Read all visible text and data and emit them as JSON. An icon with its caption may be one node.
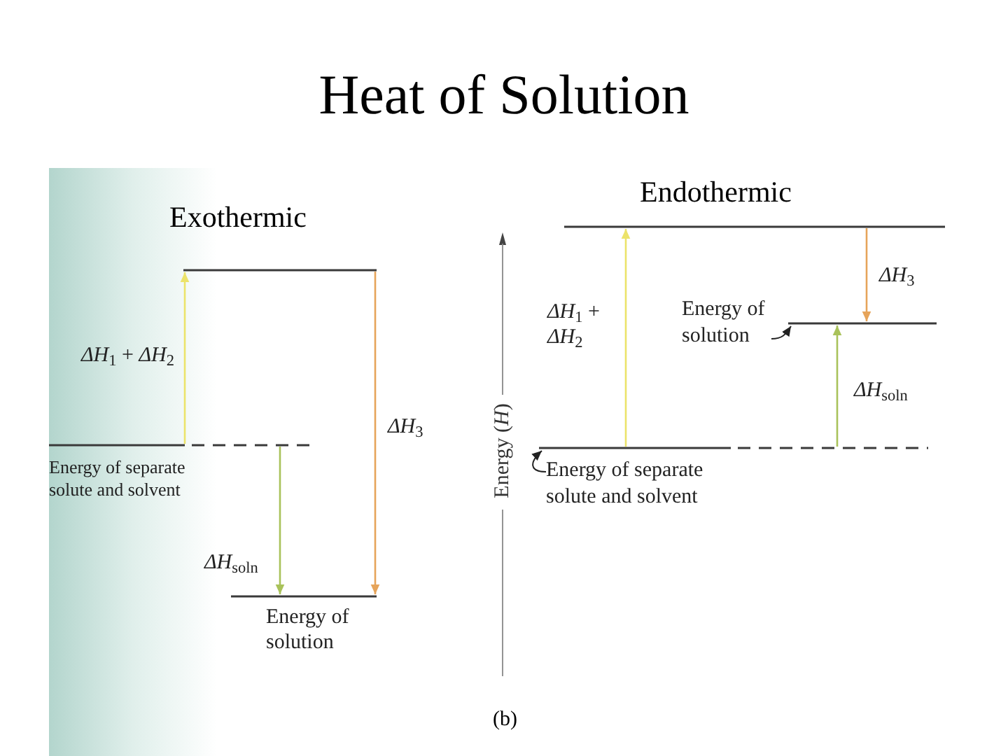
{
  "diagram": {
    "title": "Heat of Solution",
    "nodes": [
      {
        "text": [],
        "shape": "bar"
      },
      {
        "text": [],
        "shape": "bar",
        "beside": [
          "Energy of separate solute and solvent"
        ]
      },
      {
        "text": [],
        "shape": "bar",
        "beside": [
          "Energy of solution"
        ]
      },
      {
        "text": [],
        "shape": "bar"
      },
      {
        "text": [
          "Energy of solution"
        ]
      },
      {
        "text": [],
        "shape": "bar"
      },
      {
        "text": [],
        "shape": "bar"
      },
      {
        "text": [
          "Energy of separate solute and solvent"
        ]
      }
    ],
    "edges": [
      {
        "from": 1,
        "to": 0,
        "arrow": "to",
        "label": "*ΔH*$_{1}$ + *ΔH*$_{2}$",
        "color": "#ece36a"
      },
      {
        "from": 0,
        "to": 2,
        "arrow": "to",
        "label": "*ΔH*$_{3}$",
        "color": "#e6a45a"
      },
      {
        "from": 1,
        "to": 2,
        "arrow": "to",
        "label": "*ΔH*$_{soln}$",
        "color": "#a9c25a"
      },
      {
        "from": 6,
        "to": 3,
        "arrow": "to",
        "label": "*ΔH*$_{1}$ + *ΔH*$_{2}$",
        "color": "#ece36a"
      },
      {
        "from": 3,
        "to": 5,
        "arrow": "to",
        "label": "*ΔH*$_{3}$",
        "color": "#e6a45a"
      },
      {
        "from": 6,
        "to": 5,
        "arrow": "to",
        "label": "*ΔH*$_{soln}$",
        "color": "#a9c25a"
      },
      {
        "from": 4,
        "to": 5,
        "arrow": "to",
        "color": "#222222"
      },
      {
        "from": 7,
        "to": 6,
        "arrow": "to",
        "color": "#222222"
      }
    ],
    "labels": [
      "Exothermic",
      "Endothermic",
      "Energy (*H*)",
      "(b)"
    ]
  }
}
